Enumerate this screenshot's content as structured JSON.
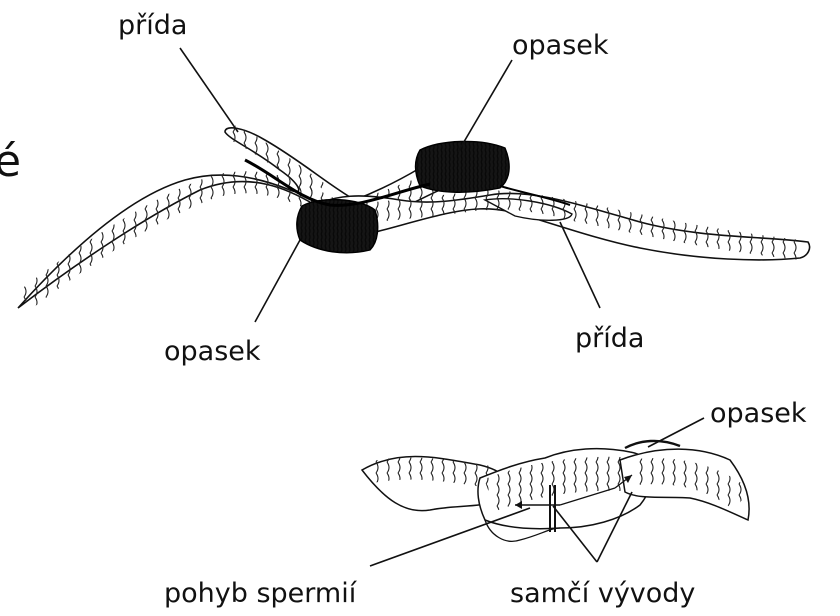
{
  "labels": {
    "prida_top": "přída",
    "opasek_top": "opasek",
    "opasek_left": "opasek",
    "prida_right": "přída",
    "opasek_small": "opasek",
    "pohyb_spermii": "pohyb spermií",
    "samci_vyvody": "samčí vývody"
  },
  "edge_fragment": "é"
}
